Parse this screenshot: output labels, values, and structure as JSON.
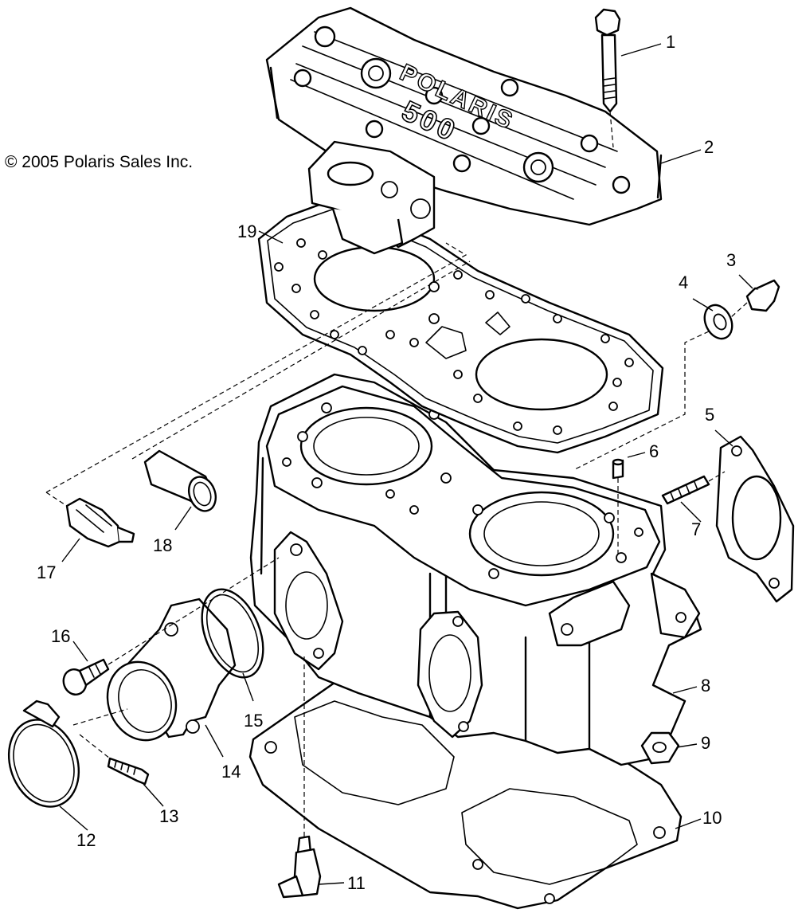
{
  "copyright": "© 2005 Polaris Sales Inc.",
  "cover_marking": {
    "brand": "POLARIS",
    "model": "500"
  },
  "callouts": [
    {
      "id": "callout-1",
      "text": "1"
    },
    {
      "id": "callout-2",
      "text": "2"
    },
    {
      "id": "callout-3",
      "text": "3"
    },
    {
      "id": "callout-4",
      "text": "4"
    },
    {
      "id": "callout-5",
      "text": "5"
    },
    {
      "id": "callout-6",
      "text": "6"
    },
    {
      "id": "callout-7",
      "text": "7"
    },
    {
      "id": "callout-8",
      "text": "8"
    },
    {
      "id": "callout-9",
      "text": "9"
    },
    {
      "id": "callout-10",
      "text": "10"
    },
    {
      "id": "callout-11",
      "text": "11"
    },
    {
      "id": "callout-12",
      "text": "12"
    },
    {
      "id": "callout-13",
      "text": "13"
    },
    {
      "id": "callout-14",
      "text": "14"
    },
    {
      "id": "callout-15",
      "text": "15"
    },
    {
      "id": "callout-16",
      "text": "16"
    },
    {
      "id": "callout-17",
      "text": "17"
    },
    {
      "id": "callout-18",
      "text": "18"
    },
    {
      "id": "callout-19",
      "text": "19"
    }
  ]
}
